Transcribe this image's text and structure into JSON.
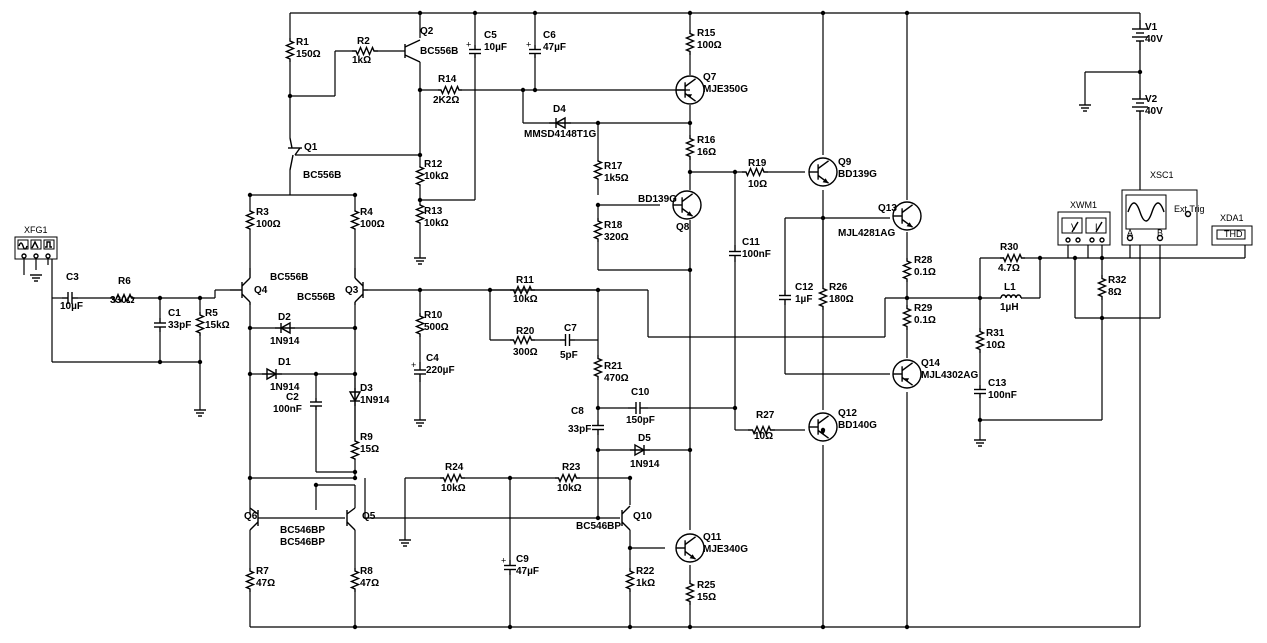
{
  "labels": {
    "XFG1": "XFG1",
    "C3": "C3",
    "C3v": "10µF",
    "R6": "R6",
    "R6v": "330Ω",
    "C1": "C1",
    "C1v": "33pF",
    "R5": "R5",
    "R5v": "15kΩ",
    "R1": "R1",
    "R1v": "150Ω",
    "R2": "R2",
    "R2v": "1kΩ",
    "Q2": "Q2",
    "Q2v": "BC556B",
    "C5": "C5",
    "C5v": "10µF",
    "C6": "C6",
    "C6v": "47µF",
    "R14": "R14",
    "R14v": "2K2Ω",
    "R15": "R15",
    "R15v": "100Ω",
    "Q7": "Q7",
    "Q7v": "MJE350G",
    "D4": "D4",
    "D4v": "MMSD4148T1G",
    "R16": "R16",
    "R16v": "16Ω",
    "Q1": "Q1",
    "Q1v": "BC556B",
    "R12": "R12",
    "R12v": "10kΩ",
    "R13": "R13",
    "R13v": "10kΩ",
    "R17": "R17",
    "R17v": "1k5Ω",
    "R19": "R19",
    "R19v": "10Ω",
    "Q9": "Q9",
    "Q9v": "BD139G",
    "Q8": "Q8",
    "Q8v": "BD139G",
    "R18": "R18",
    "R18v": "320Ω",
    "R3": "R3",
    "R3v": "100Ω",
    "R4": "R4",
    "R4v": "100Ω",
    "Q13": "Q13",
    "Q13v": "MJL4281AG",
    "C11": "C11",
    "C11v": "100nF",
    "Q4": "Q4",
    "Q4v": "BC556B",
    "Q3": "Q3",
    "Q3v": "BC556B",
    "R11": "R11",
    "R11v": "10kΩ",
    "R28": "R28",
    "R28v": "0.1Ω",
    "C12": "C12",
    "C12v": "1µF",
    "R26": "R26",
    "R26v": "180Ω",
    "R29": "R29",
    "R29v": "0.1Ω",
    "D2": "D2",
    "D2v": "1N914",
    "R10": "R10",
    "R10v": "500Ω",
    "R20": "R20",
    "R20v": "300Ω",
    "C7": "C7",
    "C7v": "5pF",
    "C4": "C4",
    "C4v": "220µF",
    "D1": "D1",
    "D1v": "1N914",
    "D3": "D3",
    "D3v": "1N914",
    "C2": "C2",
    "C2v": "100nF",
    "R21": "R21",
    "R21v": "470Ω",
    "Q14": "Q14",
    "Q14v": "MJL4302AG",
    "C10": "C10",
    "C10v": "150pF",
    "C8": "C8",
    "C8v": "33pF",
    "R27": "R27",
    "R27v": "10Ω",
    "Q12": "Q12",
    "Q12v": "BD140G",
    "D5": "D5",
    "D5v": "1N914",
    "R9": "R9",
    "R9v": "15Ω",
    "R24": "R24",
    "R24v": "10kΩ",
    "R23": "R23",
    "R23v": "10kΩ",
    "Q6": "Q6",
    "Q5": "Q5",
    "Q56v1": "BC546BP",
    "Q56v2": "BC546BP",
    "Q10": "Q10",
    "Q10v": "BC546BP",
    "Q11": "Q11",
    "Q11v": "MJE340G",
    "C9": "C9",
    "C9v": "47µF",
    "R7": "R7",
    "R7v": "47Ω",
    "R8": "R8",
    "R8v": "47Ω",
    "R22": "R22",
    "R22v": "1kΩ",
    "R25": "R25",
    "R25v": "15Ω",
    "V1": "V1",
    "V1v": "40V",
    "V2": "V2",
    "V2v": "40V",
    "XSC1": "XSC1",
    "XWM1": "XWM1",
    "XDA1": "XDA1",
    "R30": "R30",
    "R30v": "4.7Ω",
    "L1": "L1",
    "L1v": "1µH",
    "R32": "R32",
    "R32v": "8Ω",
    "R31": "R31",
    "R31v": "10Ω",
    "C13": "C13",
    "C13v": "100nF",
    "THD": "THD",
    "ExtTrig": "Ext Trig",
    "A": "A",
    "B": "B",
    "pm": "+  −",
    "V": "V",
    "I": "I"
  }
}
